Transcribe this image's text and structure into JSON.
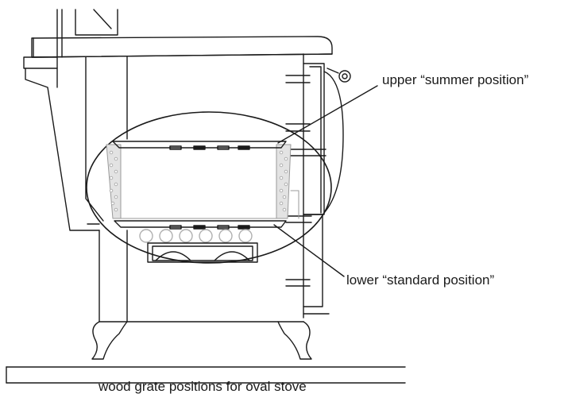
{
  "labels": {
    "upper": "upper “summer position”",
    "lower": "lower “standard  position”",
    "caption": "wood grate positions for oval stove"
  },
  "colors": {
    "line": "#1a1a1a",
    "firebrick": "#bdbdbd",
    "background": "#ffffff"
  }
}
